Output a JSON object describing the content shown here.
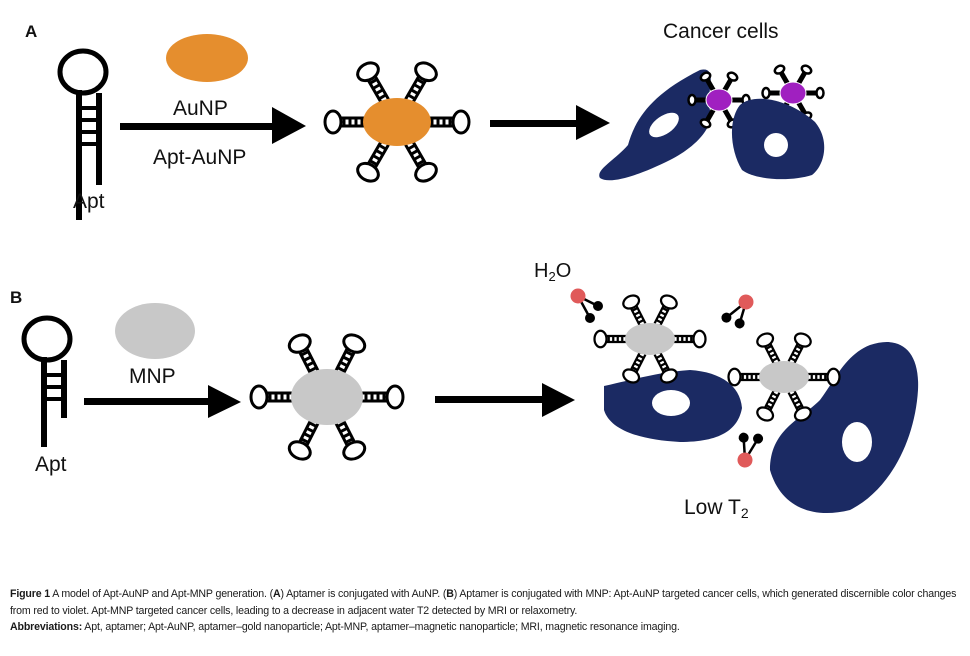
{
  "panels": {
    "a": {
      "label": "A",
      "apt_label": "Apt",
      "np_label": "AuNP",
      "conjugate_label": "Apt-AuNP",
      "target_label": "Cancer cells"
    },
    "b": {
      "label": "B",
      "apt_label": "Apt",
      "np_label": "MNP",
      "water_label_main": "H",
      "water_label_sub": "2",
      "water_label_end": "O",
      "result_label_main": "Low T",
      "result_label_sub": "2"
    }
  },
  "colors": {
    "aunp": "#E58E2E",
    "mnp": "#C8C8C8",
    "cell": "#1B2A63",
    "aunp_bound": "#A020C0",
    "oxygen": "#E05A5A",
    "line": "#000000"
  },
  "caption": {
    "figure_label": "Figure 1",
    "text1": " A model of Apt-AuNP and Apt-MNP generation. (",
    "a_ref": "A",
    "text2": ") Aptamer is conjugated with AuNP. (",
    "b_ref": "B",
    "text3": ") Aptamer is conjugated with MNP: Apt-AuNP targeted cancer cells, which generated discernible color changes from red to violet. Apt-MNP targeted cancer cells, leading to a decrease in adjacent water T2 detected by MRI or relaxometry.",
    "abbrev_label": "Abbreviations:",
    "abbrev_text": " Apt, aptamer; Apt-AuNP, aptamer–gold nanoparticle; Apt-MNP, aptamer–magnetic nanoparticle; MRI, magnetic resonance imaging."
  }
}
